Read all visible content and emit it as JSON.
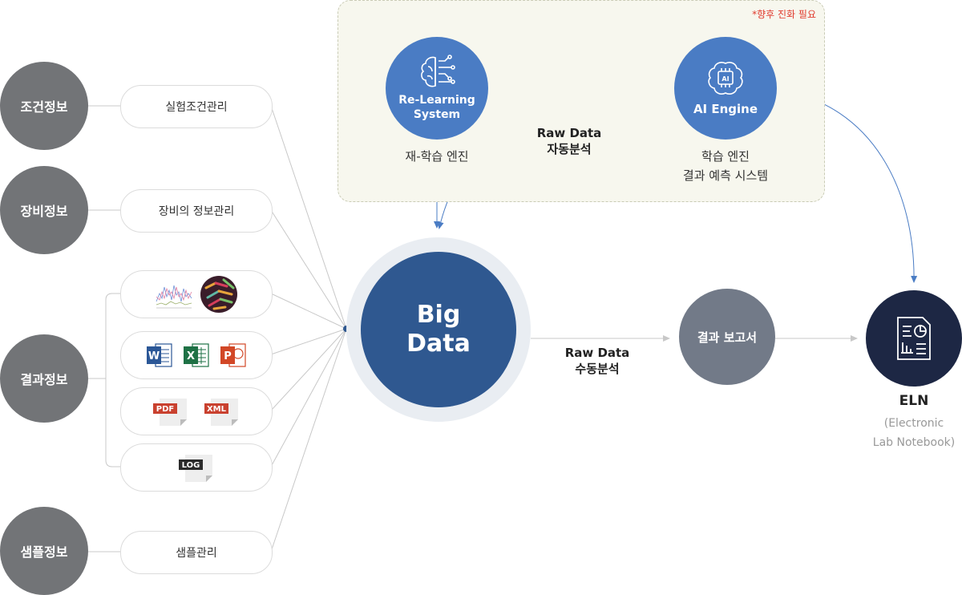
{
  "categories": [
    {
      "label": "조건정보"
    },
    {
      "label": "장비정보"
    },
    {
      "label": "결과정보"
    },
    {
      "label": "샘플정보"
    }
  ],
  "items": {
    "experiment_conditions": "실험조건관리",
    "equipment_info": "장비의 정보관리",
    "sample_mgmt": "샘플관리",
    "file_tags": {
      "pdf": "PDF",
      "xml": "XML",
      "log": "LOG"
    },
    "office_letters": {
      "word": "W",
      "excel": "X",
      "ppt": "P"
    }
  },
  "ai_area": {
    "note": "*향후 진화 필요",
    "relearning": {
      "line1": "Re-Learning",
      "line2": "System",
      "caption": "재-학습 엔진"
    },
    "ai_engine": {
      "label": "AI Engine",
      "caption1": "학습 엔진",
      "caption2": "결과 예측 시스템",
      "chip_text": "AI"
    }
  },
  "center": {
    "line1": "Big",
    "line2": "Data"
  },
  "flows": {
    "auto": {
      "line1": "Raw Data",
      "line2": "자동분석"
    },
    "manual": {
      "line1": "Raw Data",
      "line2": "수동분석"
    }
  },
  "report": {
    "label": "결과 보고서"
  },
  "eln": {
    "title": "ELN",
    "sub1": "(Electronic",
    "sub2": "Lab Notebook)"
  },
  "colors": {
    "category": "#727477",
    "ai_blue": "#4a7cc4",
    "big_data": "#2f5890",
    "report": "#727a88",
    "eln": "#1d2744",
    "note_red": "#e03b2e",
    "word": "#2b5797",
    "excel": "#1e7145",
    "ppt": "#d24726",
    "pdf": "#c9412f",
    "xml": "#c9412f",
    "log": "#2b2b2b"
  }
}
